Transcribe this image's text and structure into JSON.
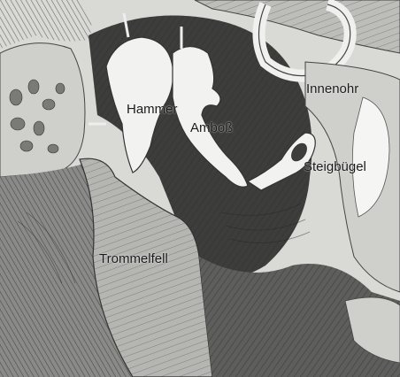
{
  "labels": {
    "hammer": "Hammer",
    "amboss": "Amboß",
    "innenohr": "Innenohr",
    "steigbuegel": "Steigbügel",
    "trommelfell": "Trommelfell"
  },
  "colors": {
    "background": "#e8e8e6",
    "bone": "#cfcfcc",
    "dark_tissue": "#3a3a3a",
    "mid_tissue": "#6e6e6c",
    "ossicle": "#f2f2f0",
    "text": "#1a1a1a"
  }
}
